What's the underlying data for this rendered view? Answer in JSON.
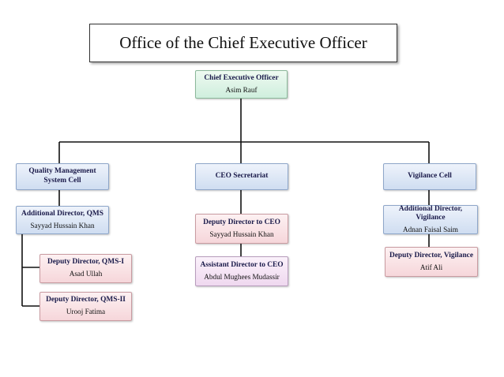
{
  "title": "Office of the Chief Executive Officer",
  "nodes": [
    {
      "id": "ceo",
      "title": "Chief Executive Officer",
      "name": "Asim Rauf"
    },
    {
      "id": "qms-cell",
      "title": "Quality Management System Cell",
      "name": ""
    },
    {
      "id": "ceo-secretariat",
      "title": "CEO Secretariat",
      "name": ""
    },
    {
      "id": "vigilance-cell",
      "title": "Vigilance Cell",
      "name": ""
    },
    {
      "id": "ad-qms",
      "title": "Additional Director, QMS",
      "name": "Sayyad Hussain  Khan"
    },
    {
      "id": "dd-qms-1",
      "title": "Deputy Director, QMS-I",
      "name": "Asad Ullah"
    },
    {
      "id": "dd-qms-2",
      "title": "Deputy Director, QMS-II",
      "name": "Urooj Fatima"
    },
    {
      "id": "dd-ceo",
      "title": "Deputy Director to CEO",
      "name": "Sayyad Hussain Khan"
    },
    {
      "id": "asst-ceo",
      "title": "Assistant Director to CEO",
      "name": "Abdul Mughees Mudassir"
    },
    {
      "id": "ad-vig",
      "title": "Additional Director, Vigilance",
      "name": "Adnan Faisal Saim"
    },
    {
      "id": "dd-vig",
      "title": "Deputy Director, Vigilance",
      "name": "Atif Ali"
    }
  ],
  "edges": [
    {
      "from": "ceo",
      "to": "qms-cell"
    },
    {
      "from": "ceo",
      "to": "ceo-secretariat"
    },
    {
      "from": "ceo",
      "to": "vigilance-cell"
    },
    {
      "from": "qms-cell",
      "to": "ad-qms"
    },
    {
      "from": "ad-qms",
      "to": "dd-qms-1"
    },
    {
      "from": "ad-qms",
      "to": "dd-qms-2"
    },
    {
      "from": "ceo-secretariat",
      "to": "dd-ceo"
    },
    {
      "from": "dd-ceo",
      "to": "asst-ceo"
    },
    {
      "from": "vigilance-cell",
      "to": "ad-vig"
    },
    {
      "from": "ad-vig",
      "to": "dd-vig"
    }
  ]
}
